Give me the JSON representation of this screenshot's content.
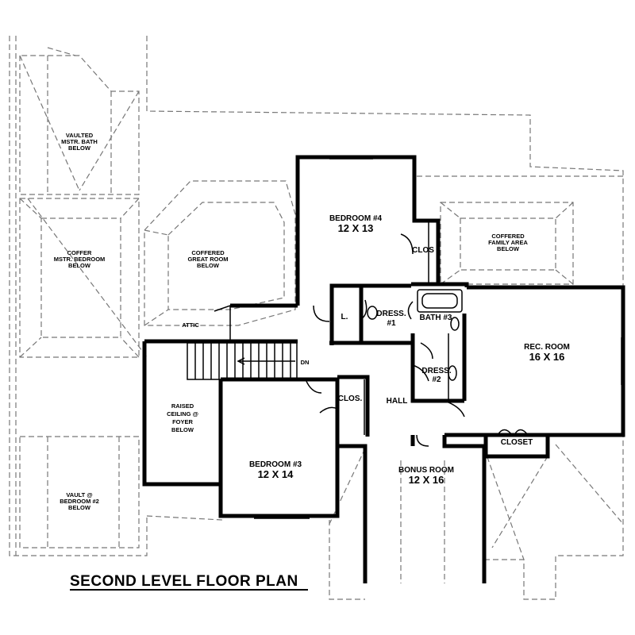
{
  "plan_title": "SECOND LEVEL FLOOR PLAN",
  "rooms": {
    "bedroom4": {
      "name": "BEDROOM #4",
      "size": "12 X 13"
    },
    "bedroom3": {
      "name": "BEDROOM #3",
      "size": "12 X 14"
    },
    "rec_room": {
      "name": "REC. ROOM",
      "size": "16 X 16"
    },
    "bonus_room": {
      "name": "BONUS ROOM",
      "size": "12 X 16"
    }
  },
  "small_labels": {
    "clos_top": "CLOS",
    "clos_mid": "CLOS.",
    "closet": "CLOSET",
    "dress1_a": "DRESS.",
    "dress1_b": "#1",
    "dress2_a": "DRESS.",
    "dress2_b": "#2",
    "bath3": "BATH #3",
    "linen": "L.",
    "hall": "HALL",
    "attic": "ATTIC",
    "dn": "DN"
  },
  "below_notes": {
    "vaulted_mstr_bath": [
      "VAULTED",
      "MSTR. BATH",
      "BELOW"
    ],
    "coffer_mstr_bedroom": [
      "COFFER",
      "MSTR. BEDROOM",
      "BELOW"
    ],
    "coffered_great_room": [
      "COFFERED",
      "GREAT ROOM",
      "BELOW"
    ],
    "coffered_family_area": [
      "COFFERED",
      "FAMILY AREA",
      "BELOW"
    ],
    "raised_ceiling_foyer": [
      "RAISED",
      "CEILING @",
      "FOYER",
      "BELOW"
    ],
    "vault_bedroom2": [
      "VAULT @",
      "BEDROOM #2",
      "BELOW"
    ]
  }
}
